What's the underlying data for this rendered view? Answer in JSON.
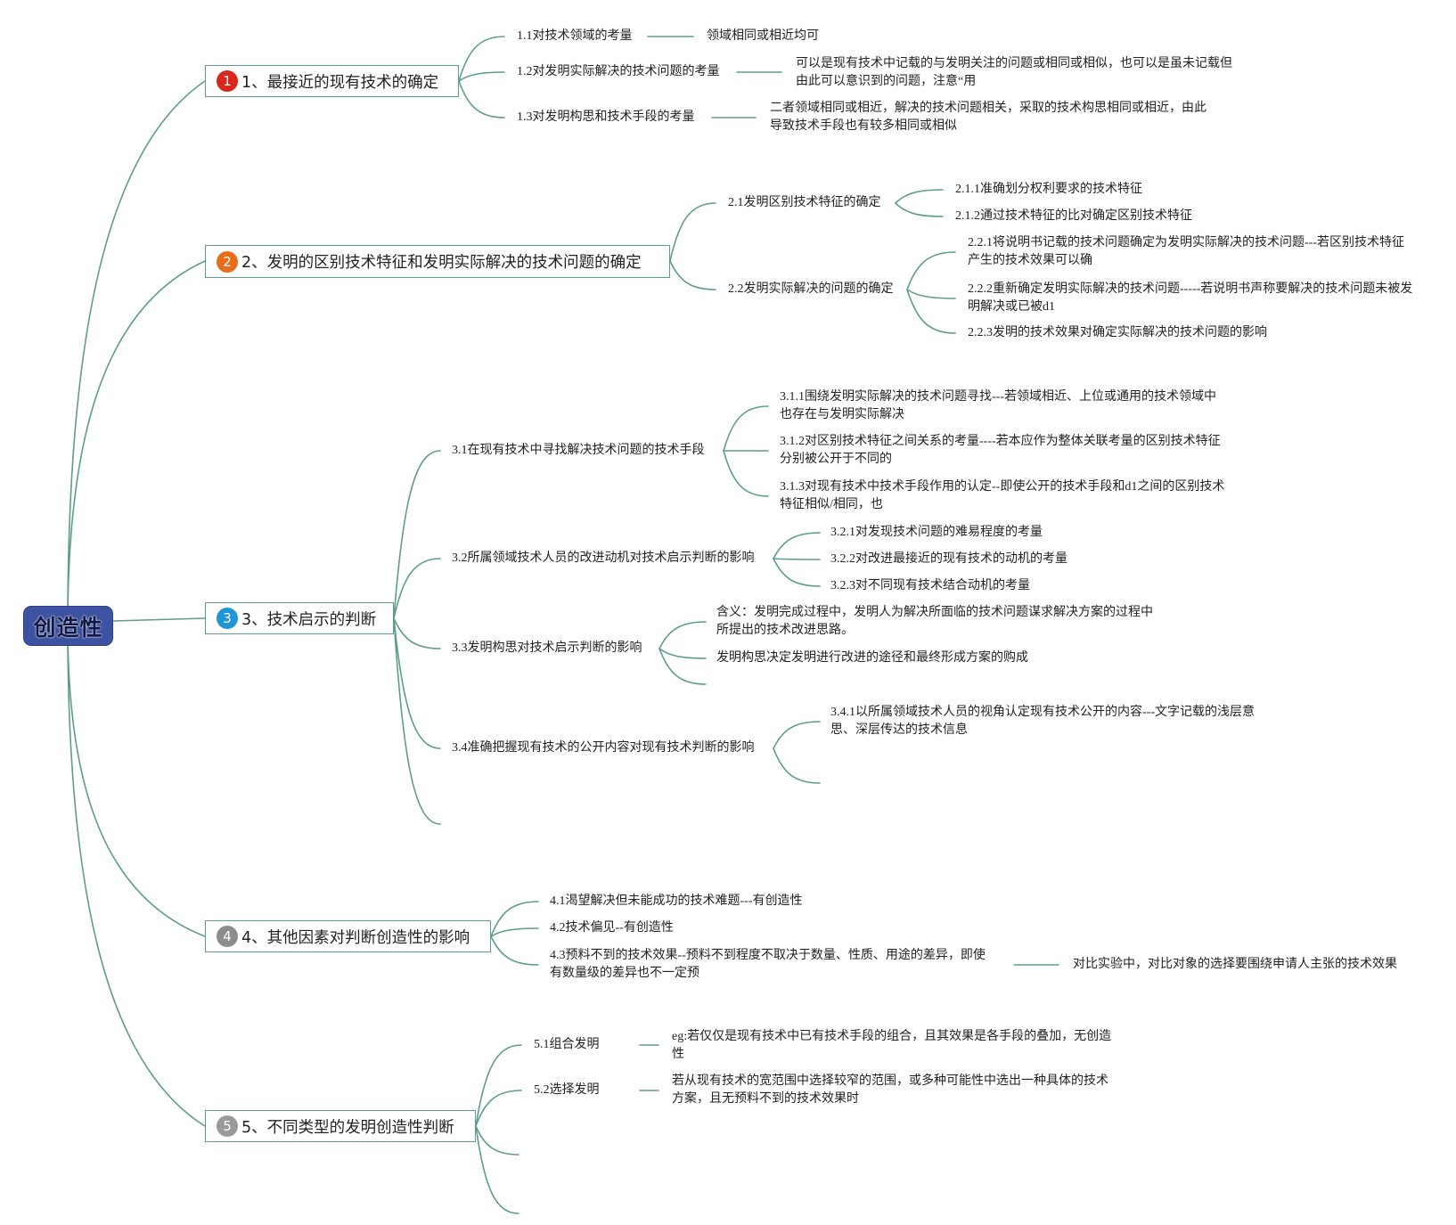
{
  "colors": {
    "connector": "#5e9c8b",
    "root_fill": "#3d52a0"
  },
  "root": {
    "label": "创造性"
  },
  "branches": [
    {
      "badge": "1",
      "badge_color": "#d8281e",
      "title": "1、最接近的现有技术的确定",
      "items": [
        {
          "label": "1.1对技术领域的考量",
          "note": [
            "领域相同或相近均可"
          ]
        },
        {
          "label": "1.2对发明实际解决的技术问题的考量",
          "note": [
            "可以是现有技术中记载的与发明关注的问题或相同或相似，也可以是虽未记载但",
            "由此可以意识到的问题，注意“用"
          ]
        },
        {
          "label": "1.3对发明构思和技术手段的考量",
          "note": [
            "二者领域相同或相近，解决的技术问题相关，采取的技术构思相同或相近，由此",
            "导致技术手段也有较多相同或相似"
          ]
        }
      ]
    },
    {
      "badge": "2",
      "badge_color": "#e56d1c",
      "title": "2、发明的区别技术特征和发明实际解决的技术问题的确定",
      "items": [
        {
          "label": "2.1发明区别技术特征的确定",
          "children": [
            {
              "lines": [
                "2.1.1准确划分权利要求的技术特征"
              ]
            },
            {
              "lines": [
                "2.1.2通过技术特征的比对确定区别技术特征"
              ]
            }
          ]
        },
        {
          "label": "2.2发明实际解决的问题的确定",
          "children": [
            {
              "lines": [
                "2.2.1将说明书记载的技术问题确定为发明实际解决的技术问题---若区别技术特征",
                "产生的技术效果可以确"
              ]
            },
            {
              "lines": [
                "2.2.2重新确定发明实际解决的技术问题-----若说明书声称要解决的技术问题未被发",
                "明解决或已被d1"
              ]
            },
            {
              "lines": [
                "2.2.3发明的技术效果对确定实际解决的技术问题的影响"
              ]
            }
          ]
        }
      ]
    },
    {
      "badge": "3",
      "badge_color": "#1f95d6",
      "title": "3、技术启示的判断",
      "items": [
        {
          "label": "3.1在现有技术中寻找解决技术问题的技术手段",
          "children": [
            {
              "lines": [
                "3.1.1围绕发明实际解决的技术问题寻找---若领域相近、上位或通用的技术领域中",
                "也存在与发明实际解决"
              ]
            },
            {
              "lines": [
                "3.1.2对区别技术特征之间关系的考量----若本应作为整体关联考量的区别技术特征",
                "分别被公开于不同的"
              ]
            },
            {
              "lines": [
                "3.1.3对现有技术中技术手段作用的认定--即使公开的技术手段和d1之间的区别技术",
                "特征相似/相同，也"
              ]
            }
          ]
        },
        {
          "label": "3.2所属领域技术人员的改进动机对技术启示判断的影响",
          "children": [
            {
              "lines": [
                "3.2.1对发现技术问题的难易程度的考量"
              ]
            },
            {
              "lines": [
                "3.2.2对改进最接近的现有技术的动机的考量"
              ]
            },
            {
              "lines": [
                "3.2.3对不同现有技术结合动机的考量"
              ]
            }
          ]
        },
        {
          "label": "3.3发明构思对技术启示判断的影响",
          "children": [
            {
              "lines": [
                "含义：发明完成过程中，发明人为解决所面临的技术问题谋求解决方案的过程中",
                "所提出的技术改进思路。"
              ]
            },
            {
              "lines": [
                "发明构思决定发明进行改进的途径和最终形成方案的购成"
              ]
            }
          ]
        },
        {
          "label": "3.4准确把握现有技术的公开内容对现有技术判断的影响",
          "children": [
            {
              "lines": [
                "3.4.1以所属领域技术人员的视角认定现有技术公开的内容---文字记载的浅层意",
                "思、深层传达的技术信息"
              ]
            }
          ]
        }
      ]
    },
    {
      "badge": "4",
      "badge_color": "#8c8c8c",
      "title": "4、其他因素对判断创造性的影响",
      "items": [
        {
          "lines": [
            "4.1渴望解决但未能成功的技术难题---有创造性"
          ]
        },
        {
          "lines": [
            "4.2技术偏见--有创造性"
          ]
        },
        {
          "lines": [
            "4.3预料不到的技术效果--预料不到程度不取决于数量、性质、用途的差异，即使",
            "有数量级的差异也不一定预"
          ],
          "note": [
            "对比实验中，对比对象的选择要围绕申请人主张的技术效果"
          ]
        }
      ]
    },
    {
      "badge": "5",
      "badge_color": "#9a9a9a",
      "title": "5、不同类型的发明创造性判断",
      "items": [
        {
          "label": "5.1组合发明",
          "note": [
            "eg:若仅仅是现有技术中已有技术手段的组合，且其效果是各手段的叠加，无创造",
            "性"
          ]
        },
        {
          "label": "5.2选择发明",
          "note": [
            "若从现有技术的宽范围中选择较窄的范围，或多种可能性中选出一种具体的技术",
            "方案，且无预料不到的技术效果时"
          ]
        }
      ]
    }
  ]
}
